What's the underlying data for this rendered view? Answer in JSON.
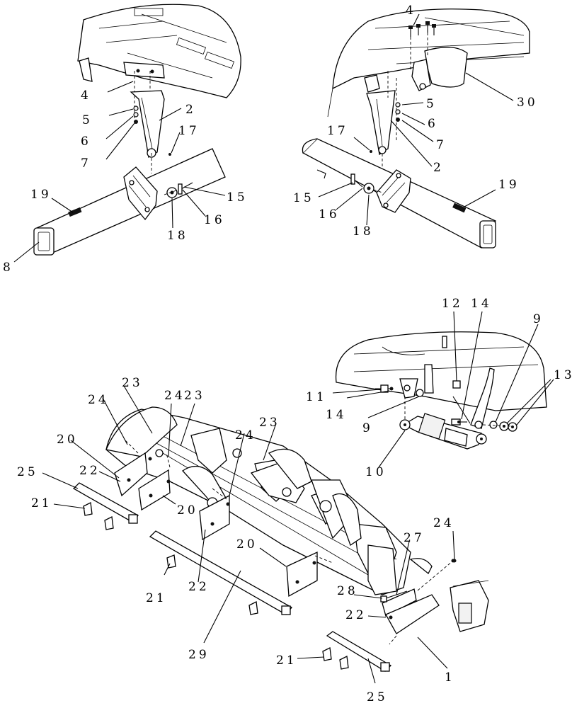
{
  "callouts": {
    "tl_4": "4",
    "tl_5": "5",
    "tl_6": "6",
    "tl_7": "7",
    "tl_2": "2",
    "tl_17": "17",
    "tl_19": "19",
    "tl_15": "15",
    "tl_16": "16",
    "tl_18": "18",
    "tl_8": "8",
    "tr_4": "4",
    "tr_30": "30",
    "tr_5": "5",
    "tr_6": "6",
    "tr_7": "7",
    "tr_17": "17",
    "tr_2": "2",
    "tr_19": "19",
    "tr_15": "15",
    "tr_16": "16",
    "tr_18": "18",
    "mr_12": "12",
    "mr_14a": "14",
    "mr_9a": "9",
    "mr_13": "13",
    "mr_11": "11",
    "mr_14b": "14",
    "mr_9b": "9",
    "mr_10": "10",
    "b_23a": "23",
    "b_24a": "24",
    "b_24b": "24",
    "b_23b": "23",
    "b_23c": "23",
    "b_24c": "24",
    "b_20a": "20",
    "b_22a": "22",
    "b_25a": "25",
    "b_21a": "21",
    "b_20b": "20",
    "b_20c": "20",
    "b_27": "27",
    "b_24d": "24",
    "b_21b": "21",
    "b_22b": "22",
    "b_28": "28",
    "b_22c": "22",
    "b_29": "29",
    "b_21c": "21",
    "b_1": "1",
    "b_25b": "25"
  }
}
